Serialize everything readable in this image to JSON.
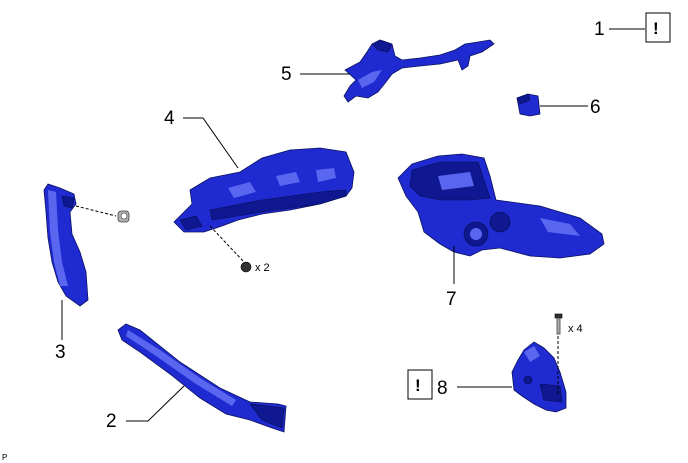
{
  "callouts": {
    "c1": "1",
    "c2": "2",
    "c3": "3",
    "c4": "4",
    "c5": "5",
    "c6": "6",
    "c7": "7",
    "c8": "8"
  },
  "quantities": {
    "q4_screw": "x 2",
    "q8_bolt": "x 4"
  },
  "warnings": {
    "w1": "!",
    "w8": "!"
  },
  "footer": {
    "code": "P"
  },
  "colors": {
    "part": "#1f2bd0",
    "hardware": "#b0b0b0"
  }
}
